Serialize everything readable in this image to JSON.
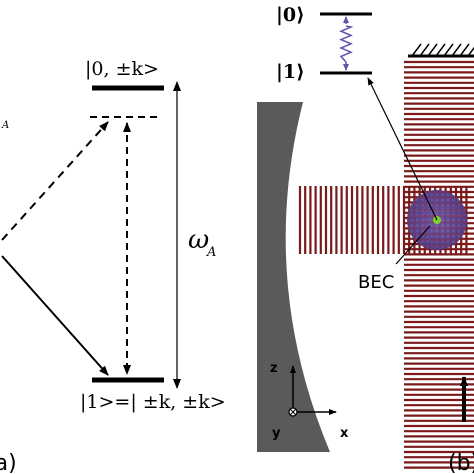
{
  "panel_a": {
    "label": "(a)",
    "upper_level": "|0, ±k>",
    "lower_level": "|1>=| ±k, ±k>",
    "omega_symbol": "ω",
    "omega_subscript": "A"
  },
  "panel_b": {
    "label": "(b)",
    "ket_0": "|0⟩",
    "ket_1": "|1⟩",
    "bec_label": "BEC",
    "axis_z": "z",
    "axis_x": "x",
    "axis_y": "y"
  },
  "colors": {
    "line": "#000000",
    "mirror": "#5a5a5a",
    "laser": "#7a1a1a",
    "bec": "#5a4f9a",
    "bec_center": "#7fd12a",
    "spring": "#5b55b0"
  }
}
